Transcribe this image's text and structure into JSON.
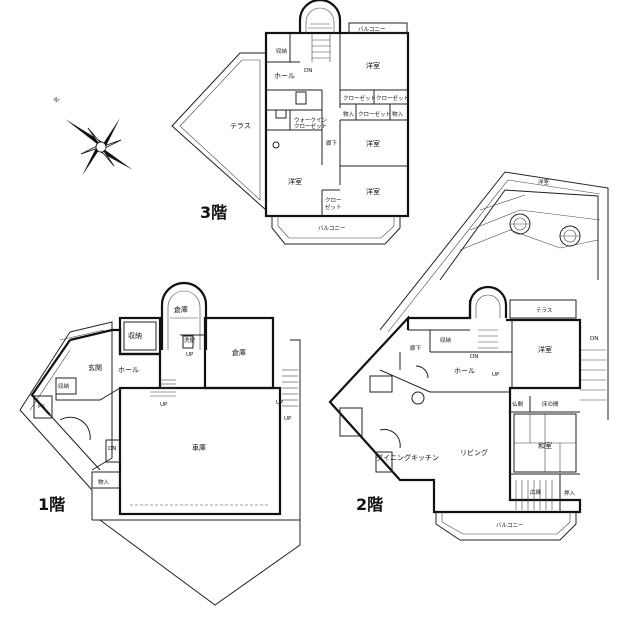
{
  "compass": {
    "north_label": "北"
  },
  "floors": {
    "third": {
      "title": "3階",
      "rooms": {
        "storage": "収納",
        "hall": "ホール",
        "dn": "DN",
        "balcony_top": "バルコニー",
        "western_a": "洋室",
        "closet_1": "クローゼット",
        "closet_2": "クローゼット",
        "terrace": "テラス",
        "walkin_1": "ウォークイン",
        "walkin_2": "クローゼット",
        "closet_3": "クローゼット",
        "shelf_1": "物入",
        "shelf_2": "物入",
        "corridor": "廊下",
        "western_b": "洋室",
        "western_c": "洋室",
        "western_d": "洋室",
        "closet_v1": "クロー",
        "closet_v2": "ゼット",
        "balcony_bottom": "バルコニー"
      }
    },
    "first": {
      "title": "1階",
      "rooms": {
        "warehouse_top": "倉庫",
        "storage": "収納",
        "toilet": "洗便",
        "up_1": "UP",
        "warehouse": "倉庫",
        "entrance": "玄関",
        "hall": "ホール",
        "ps": "PS",
        "storage_2": "収納",
        "garage": "車庫",
        "up_2": "UP",
        "up_3": "UP",
        "up_4": "UP",
        "dn": "DN",
        "shelf": "物入"
      }
    },
    "second": {
      "title": "2階",
      "rooms": {
        "terrace": "テラス",
        "western_top": "洋室",
        "storage": "収納",
        "corridor": "廊下",
        "dn_1": "DN",
        "western": "洋室",
        "dn_2": "DN",
        "hall": "ホール",
        "up": "UP",
        "buddhist": "仏間",
        "tokonoma": "床の間",
        "japanese": "和室",
        "dining": "ダイニングキッチン",
        "living": "リビング",
        "engawa": "広縁",
        "shelf": "押入",
        "balcony": "バルコニー"
      }
    }
  }
}
